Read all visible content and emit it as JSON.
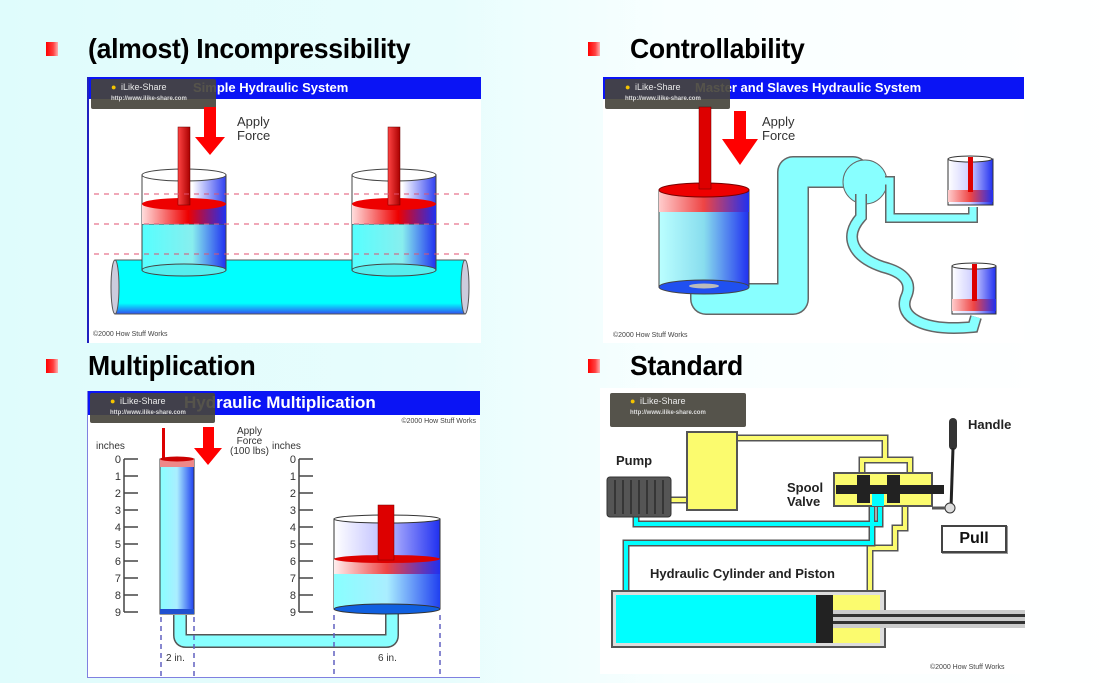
{
  "bullets": [
    {
      "label": "(almost) Incompressibility"
    },
    {
      "label": "Controllability"
    },
    {
      "label": "Multiplication"
    },
    {
      "label": "Standard"
    }
  ],
  "panels": {
    "simple": {
      "title": "Simple Hydraulic System",
      "apply_force": [
        "Apply",
        "Force"
      ],
      "copyright": "©2000 How Stuff Works"
    },
    "master": {
      "title": "Master and Slaves Hydraulic System",
      "apply_force": [
        "Apply",
        "Force"
      ],
      "copyright": "©2000 How Stuff Works"
    },
    "multiplication": {
      "title": "Hydraulic Multiplication",
      "apply_force": [
        "Apply",
        "Force",
        "(100 lbs)"
      ],
      "axis_label": "inches",
      "ticks": [
        "0",
        "1",
        "2",
        "3",
        "4",
        "5",
        "6",
        "7",
        "8",
        "9"
      ],
      "left_width": "2 in.",
      "right_width": "6 in.",
      "copyright": "©2000 How Stuff Works"
    },
    "standard": {
      "pump": "Pump",
      "spool_valve": [
        "Spool",
        "Valve"
      ],
      "handle": "Handle",
      "pull": "Pull",
      "cylinder": "Hydraulic Cylinder and Piston",
      "copyright": "©2000 How Stuff Works"
    }
  },
  "watermark": {
    "brand": "iLike-Share",
    "url": "http://www.ilike-share.com"
  },
  "colors": {
    "banner": "#0a14f5",
    "fluid": "#00ffff",
    "piston": "#e00000",
    "oil_yellow": "#fbfb6e"
  }
}
